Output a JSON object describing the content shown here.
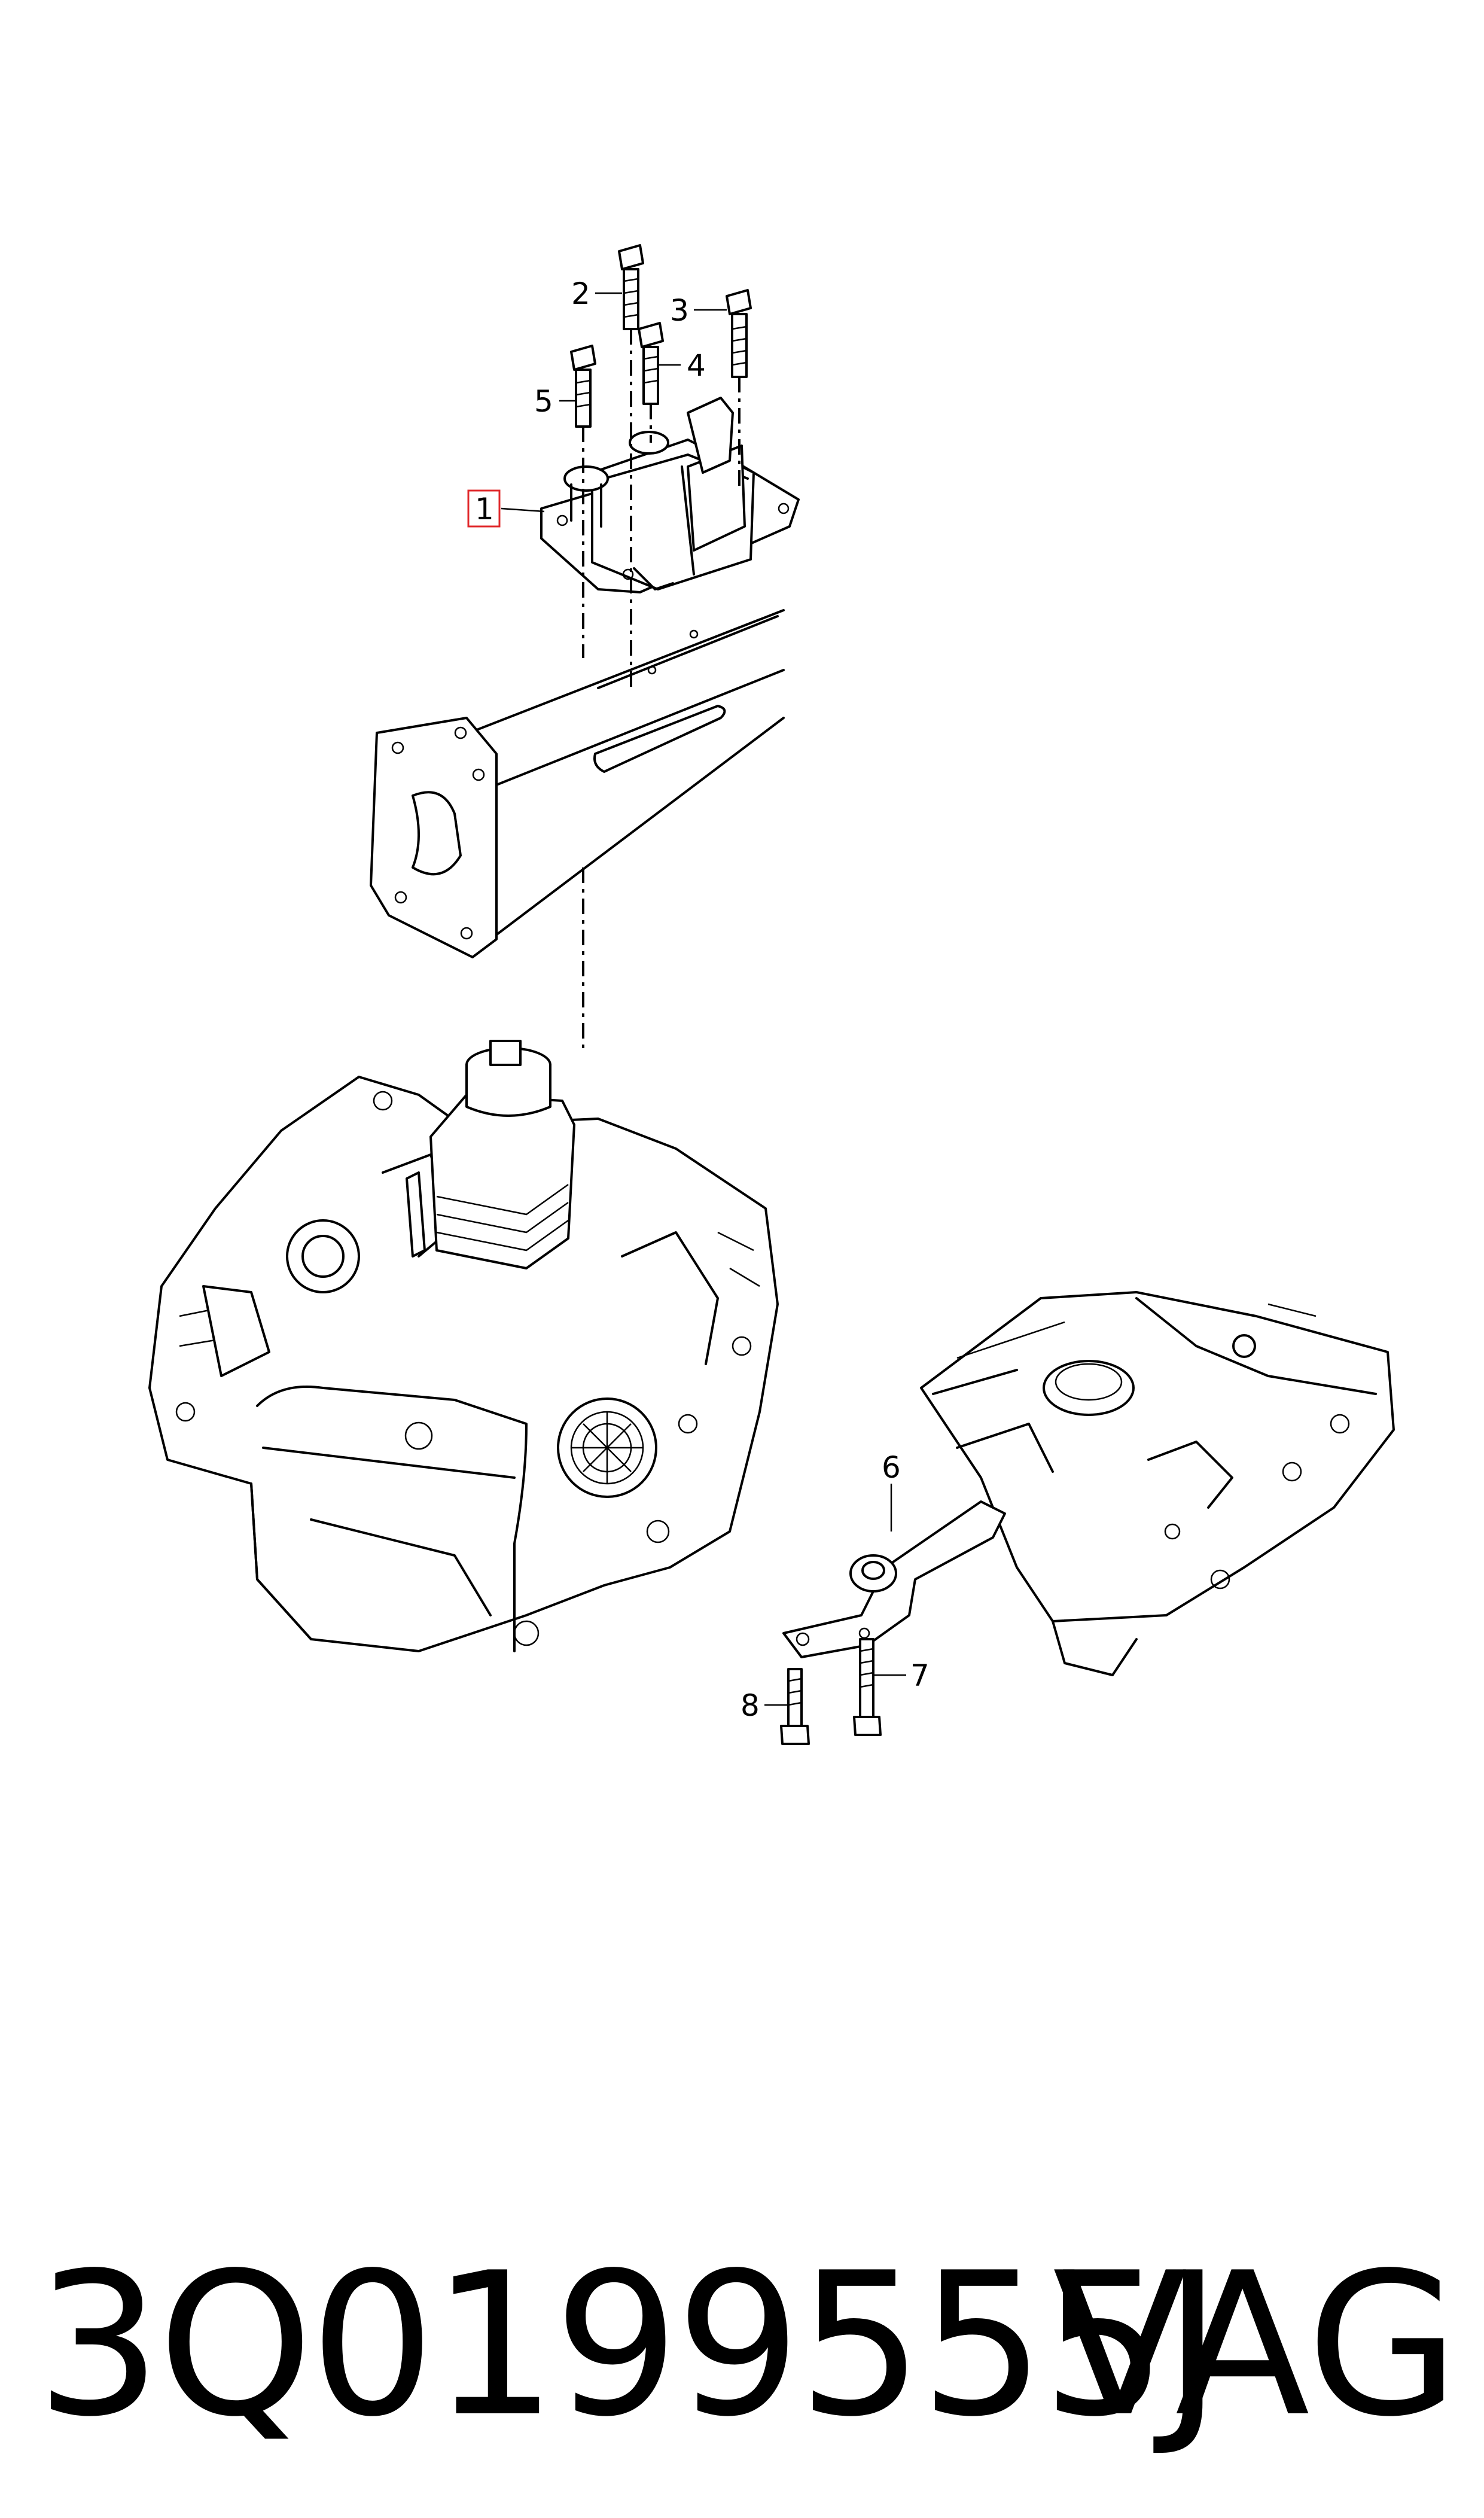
{
  "callouts": [
    {
      "id": "1",
      "label": "1",
      "highlighted": true
    },
    {
      "id": "2",
      "label": "2"
    },
    {
      "id": "3",
      "label": "3"
    },
    {
      "id": "4",
      "label": "4"
    },
    {
      "id": "5",
      "label": "5"
    },
    {
      "id": "6",
      "label": "6"
    },
    {
      "id": "7",
      "label": "7"
    },
    {
      "id": "8",
      "label": "8"
    }
  ],
  "footer": {
    "part_number": "3Q0199555J",
    "brand": "VAG"
  },
  "colors": {
    "line": "#000000",
    "highlight_box": "#e0282b",
    "background": "#ffffff"
  }
}
